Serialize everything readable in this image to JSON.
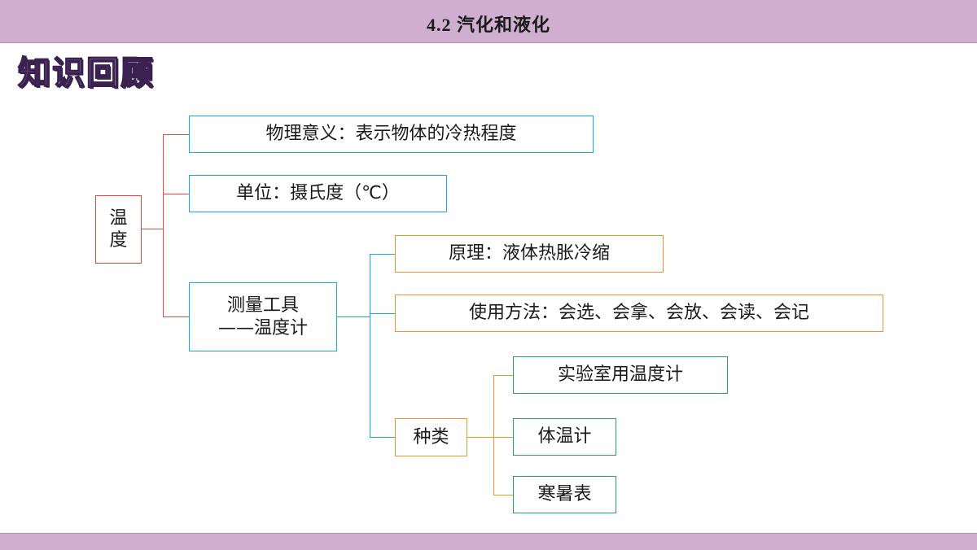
{
  "slide": {
    "header_title": "4.2  汽化和液化",
    "section_heading": "知识回顾",
    "header_bg": "#cfaed0",
    "footer_bg": "#cfaed0"
  },
  "mindmap": {
    "root": {
      "label": "温\n度",
      "color": "#e8453c"
    },
    "branches": [
      {
        "label": "物理意义：表示物体的冷热程度",
        "color": "#19a8dc"
      },
      {
        "label": "单位：摄氏度（℃）",
        "color": "#19a8dc"
      },
      {
        "label": "测量工具\n——温度计",
        "color": "#19a8dc",
        "children": [
          {
            "label": "原理：液体热胀冷缩",
            "color": "#e8962f"
          },
          {
            "label": "使用方法：会选、会拿、会放、会读、会记",
            "color": "#e8962f"
          },
          {
            "label": "种类",
            "color": "#e8962f",
            "children": [
              {
                "label": "实验室用温度计",
                "color": "#2f9e63"
              },
              {
                "label": "体温计",
                "color": "#2f9e63"
              },
              {
                "label": "寒暑表",
                "color": "#2f9e63"
              }
            ]
          }
        ]
      }
    ]
  }
}
